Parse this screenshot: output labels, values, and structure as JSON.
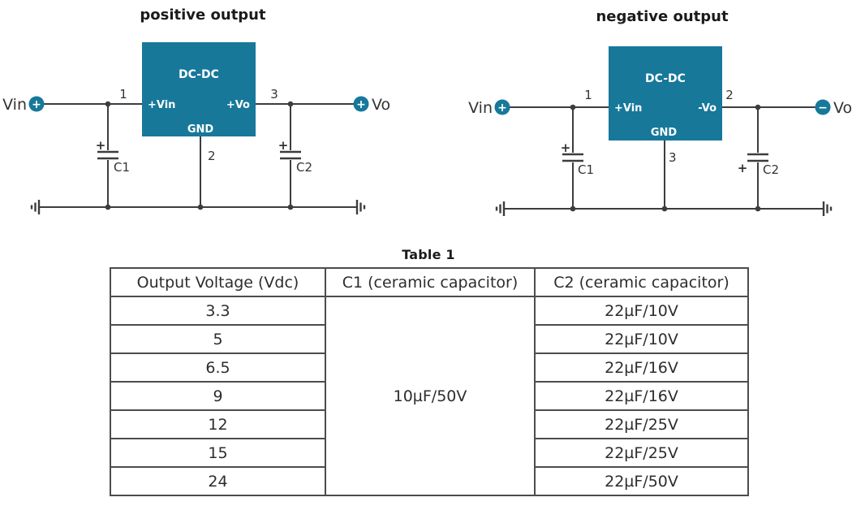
{
  "palette": {
    "block_teal": "#17789a",
    "wire_gray": "#3d3d3d",
    "text_ink": "#333333",
    "title_ink": "#1b1b1b",
    "table_border": "#4c4c4c",
    "background": "#ffffff"
  },
  "circuits": {
    "positive": {
      "title": "positive output",
      "block_label": "DC-DC",
      "pin_in_label": "+Vin",
      "pin_out_label": "+Vo",
      "pin_gnd_label": "GND",
      "pin_in_num": "1",
      "pin_gnd_num": "2",
      "pin_out_num": "3",
      "input_label": "Vin",
      "input_sign": "+",
      "output_label": "Vo",
      "output_sign": "+",
      "cap_in_label": "C1",
      "cap_in_sign": "+",
      "cap_out_label": "C2",
      "cap_out_sign": "+"
    },
    "negative": {
      "title": "negative output",
      "block_label": "DC-DC",
      "pin_in_label": "+Vin",
      "pin_out_label": "-Vo",
      "pin_gnd_label": "GND",
      "pin_in_num": "1",
      "pin_out_num": "2",
      "pin_gnd_num": "3",
      "input_label": "Vin",
      "input_sign": "+",
      "output_label": "Vo",
      "output_sign": "−",
      "cap_in_label": "C1",
      "cap_in_sign": "+",
      "cap_out_label": "C2",
      "cap_out_sign": "+"
    }
  },
  "table": {
    "title": "Table 1",
    "headers": [
      "Output Voltage (Vdc)",
      "C1 (ceramic capacitor)",
      "C2 (ceramic capacitor)"
    ],
    "c1_merged_value": "10µF/50V",
    "rows": [
      {
        "voltage": "3.3",
        "c2": "22µF/10V"
      },
      {
        "voltage": "5",
        "c2": "22µF/10V"
      },
      {
        "voltage": "6.5",
        "c2": "22µF/16V"
      },
      {
        "voltage": "9",
        "c2": "22µF/16V"
      },
      {
        "voltage": "12",
        "c2": "22µF/25V"
      },
      {
        "voltage": "15",
        "c2": "22µF/25V"
      },
      {
        "voltage": "24",
        "c2": "22µF/50V"
      }
    ]
  }
}
